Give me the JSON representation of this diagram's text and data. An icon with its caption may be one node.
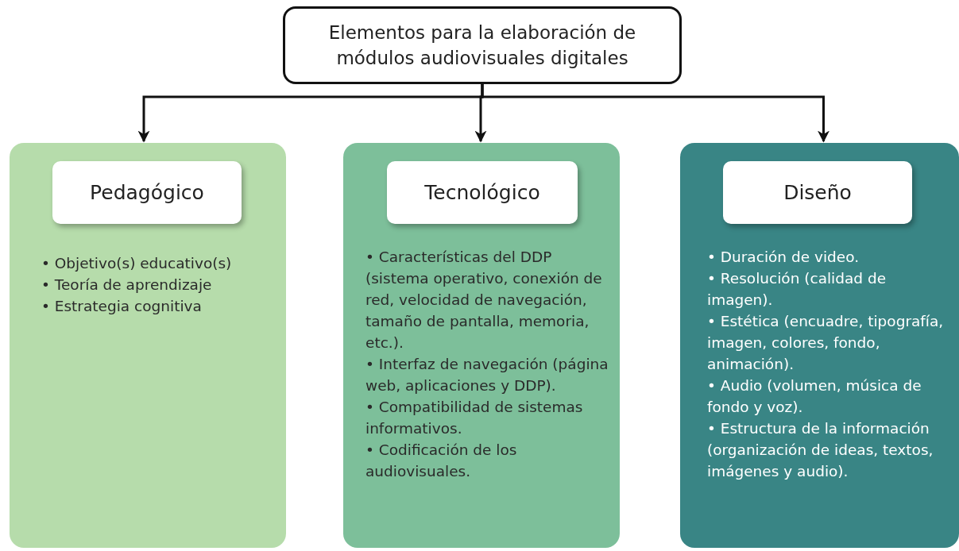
{
  "diagram": {
    "nodes": [
      {
        "text": [
          "Elementos para la elaboración de módulos audiovisuales digitales"
        ]
      },
      {
        "text": [
          "• Objetivo(s) educativo(s)",
          "• Teoría de aprendizaje",
          "• Estrategia cognitiva"
        ]
      },
      {
        "text": [
          "Pedagógico"
        ],
        "in": 1
      },
      {
        "text": [
          "• Características del DDP (sistema operativo, conexión de red, velocidad de navegación, tamaño de pantalla, memoria, etc.).",
          "• Interfaz de navegación (página web, aplicaciones y DDP).",
          "• Compatibilidad de sistemas informativos.",
          "• Codificación de los audiovisuales."
        ]
      },
      {
        "text": [
          "Tecnológico"
        ],
        "in": 3
      },
      {
        "text": [
          "• Duración de video.",
          "• Resolución (calidad de imagen).",
          "• Estética (encuadre, tipografía, imagen, colores, fondo, animación).",
          "• Audio (volumen, música de fondo y voz).",
          "• Estructura de la información (organización de ideas, textos, imágenes y audio)."
        ]
      },
      {
        "text": [
          "Diseño"
        ],
        "in": 5
      }
    ],
    "edges": [
      {
        "from": 0,
        "to": 1,
        "arrow": "to"
      },
      {
        "from": 0,
        "to": 3,
        "arrow": "to"
      },
      {
        "from": 0,
        "to": 5,
        "arrow": "to"
      }
    ]
  }
}
